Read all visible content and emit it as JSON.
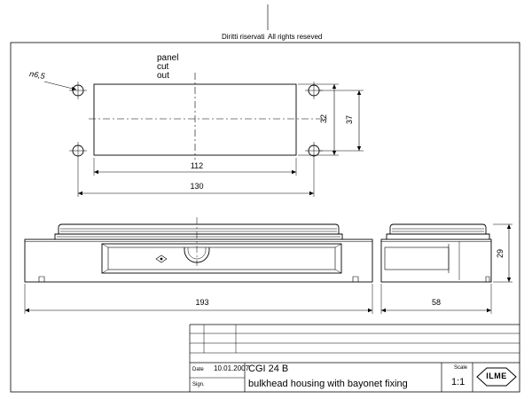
{
  "header": {
    "rights_it": "Diritti riservati",
    "rights_en": "All rights reseved"
  },
  "panel_cut_out": {
    "line1": "panel",
    "line2": "cut",
    "line3": "out"
  },
  "dimensions": {
    "hole_dia": "n6,5",
    "cutout_width": "112",
    "hole_spacing_width": "130",
    "cutout_height": "32",
    "hole_spacing_height": "37",
    "overall_length": "193",
    "side_width": "58",
    "side_height": "29"
  },
  "title_block": {
    "date_label": "Date",
    "date_value": "10.01.2007",
    "sign_label": "Sign.",
    "code": "CGI 24 B",
    "description": "bulkhead housing with bayonet fixing",
    "scale_label": "Scale",
    "scale_value": "1:1",
    "logo_text": "ILME"
  }
}
